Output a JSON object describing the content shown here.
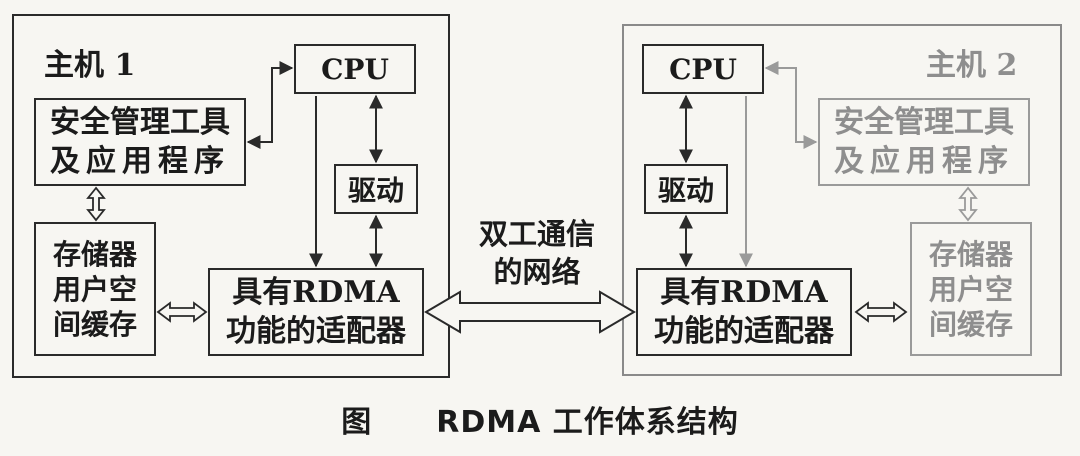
{
  "host1": {
    "label": "主机 1",
    "cpu": "CPU",
    "driver": "驱动",
    "app_tools": [
      "安全管理工具",
      "及应用程序"
    ],
    "storage": [
      "存储器",
      "用户空",
      "间缓存"
    ],
    "adapter": [
      "具有RDMA",
      "功能的适配器"
    ]
  },
  "host2": {
    "label": "主机 2",
    "cpu": "CPU",
    "driver": "驱动",
    "app_tools": [
      "安全管理工具",
      "及应用程序"
    ],
    "storage": [
      "存储器",
      "用户空",
      "间缓存"
    ],
    "adapter": [
      "具有RDMA",
      "功能的适配器"
    ]
  },
  "network": [
    "双工通信",
    "的网络"
  ],
  "caption": {
    "prefix": "图",
    "title": "RDMA 工作体系结构"
  },
  "colors": {
    "line": "#2a2a2a",
    "faint": "#9a9a9a",
    "background": "#f7f6f2"
  }
}
